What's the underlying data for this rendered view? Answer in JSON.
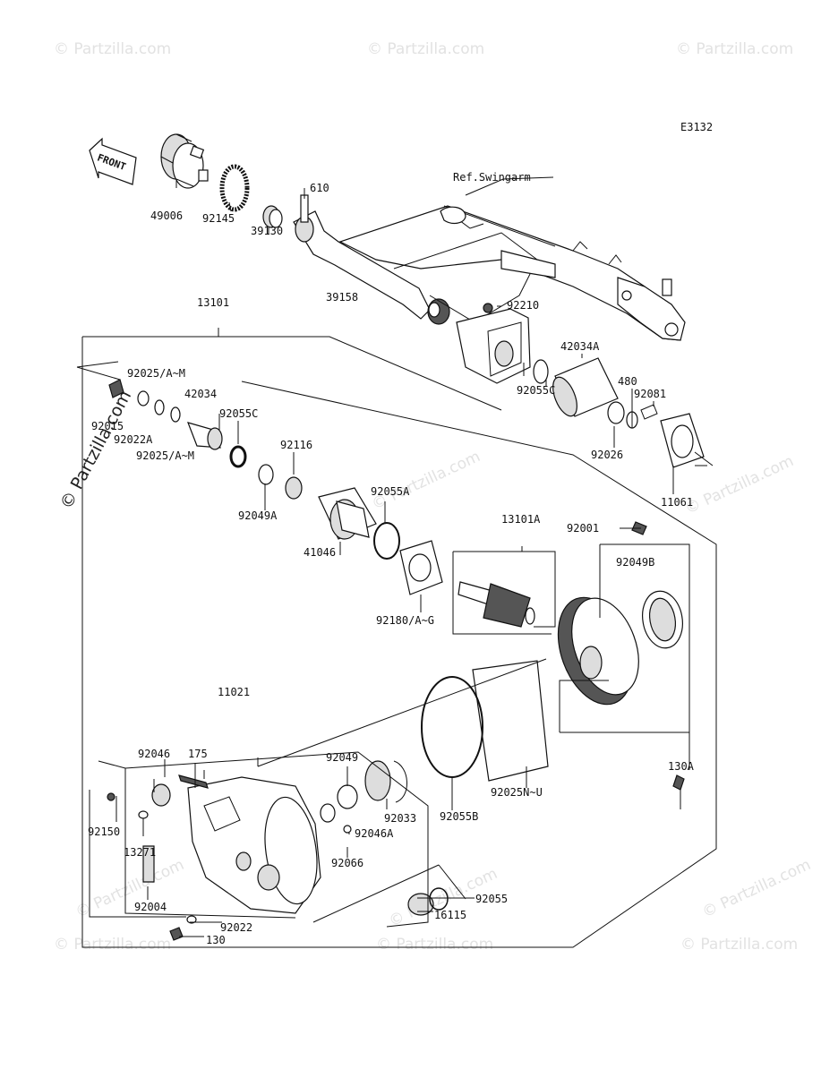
{
  "diagram_code": "E3132",
  "front_label": "FRONT",
  "ref_label": "Ref.Swingarm",
  "watermark": "© Partzilla.com",
  "parts": {
    "p49006": "49006",
    "p92145": "92145",
    "p39130": "39130",
    "p610": "610",
    "p39158": "39158",
    "p92210": "92210",
    "p13101": "13101",
    "p92025am_1": "92025/A~M",
    "p92015": "92015",
    "p92022a": "92022A",
    "p92025am_2": "92025/A~M",
    "p42034": "42034",
    "p92055c_1": "92055C",
    "p92116": "92116",
    "p92049a": "92049A",
    "p41046": "41046",
    "p92055a": "92055A",
    "p42034a": "42034A",
    "p92055c_2": "92055C",
    "p480": "480",
    "p92081": "92081",
    "p92026": "92026",
    "p11061": "11061",
    "p13101a": "13101A",
    "p92001": "92001",
    "p92049b": "92049B",
    "p92180ag": "92180/A~G",
    "p11021": "11021",
    "p130a": "130A",
    "p92046": "92046",
    "p175": "175",
    "p92049": "92049",
    "p92033": "92033",
    "p92055b": "92055B",
    "p92025nu": "92025N~U",
    "p92150": "92150",
    "p13271": "13271",
    "p92046a": "92046A",
    "p92066": "92066",
    "p92004": "92004",
    "p92055": "92055",
    "p16115": "16115",
    "p92022": "92022",
    "p130": "130"
  }
}
